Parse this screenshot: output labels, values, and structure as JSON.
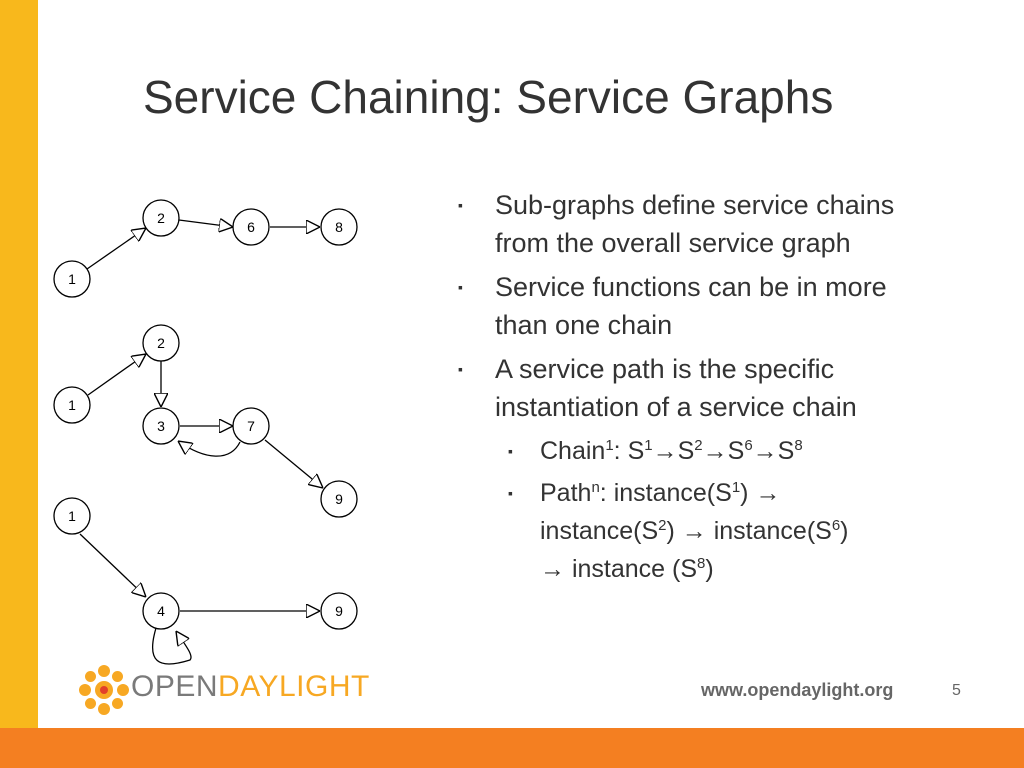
{
  "title": "Service Chaining: Service Graphs",
  "graphs": {
    "g1": {
      "n1": "1",
      "n2": "2",
      "n6": "6",
      "n8": "8"
    },
    "g2": {
      "n1": "1",
      "n2": "2",
      "n3": "3",
      "n7": "7",
      "n9": "9"
    },
    "g3": {
      "n1": "1",
      "n4": "4",
      "n9": "9"
    }
  },
  "bullets": {
    "b1_line1": "Sub-graphs define service chains",
    "b1_line2": "from the overall service graph",
    "b2_line1": "Service functions can be in more",
    "b2_line2": "than one chain",
    "b3_line1": "A service path is the specific",
    "b3_line2": "instantiation of a service chain",
    "marker": "▪",
    "chain": {
      "label": "Chain",
      "sup": "1",
      "s": "S",
      "s1": "1",
      "s2": "2",
      "s6": "6",
      "s8": "8",
      "sep": ": ",
      "arrow": "→"
    },
    "path": {
      "label": "Path",
      "sup": "n",
      "sep": ": ",
      "inst": "instance(S",
      "close": ")",
      "inst_space": "instance (S",
      "s1": "1",
      "s2": "2",
      "s6": "6",
      "s8": "8",
      "arrow": "→"
    }
  },
  "footer": {
    "logo_open": "OPEN",
    "logo_day": "DAYLIGHT",
    "url": "www.opendaylight.org",
    "page_number": "5"
  },
  "colors": {
    "left_bar": "#f8b81c",
    "bottom_bar": "#f47f21",
    "logo_orange": "#f7a823",
    "logo_red": "#e2402a"
  }
}
